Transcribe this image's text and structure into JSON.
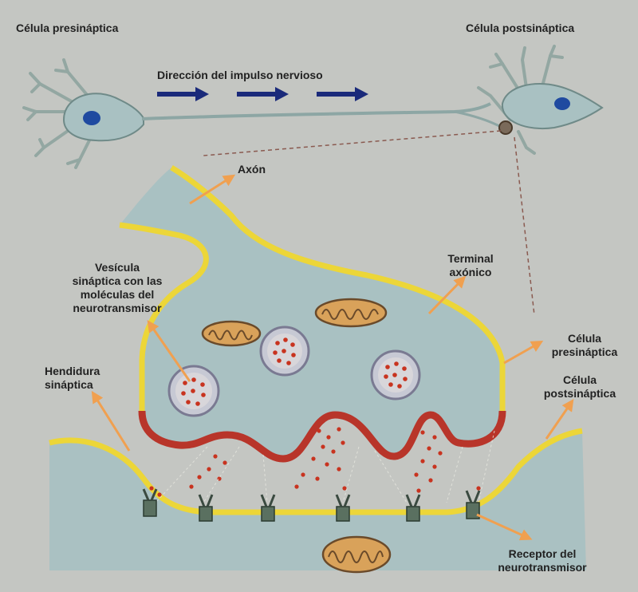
{
  "labels": {
    "presynaptic_cell_top": "Célula presináptica",
    "postsynaptic_cell_top": "Célula postsináptica",
    "impulse_direction": "Dirección del impulso nervioso",
    "axon": "Axón",
    "vesicle": [
      "Vesícula",
      "sináptica con las",
      "moléculas del",
      "neurotransmisor"
    ],
    "axon_terminal": [
      "Terminal",
      "axónico"
    ],
    "presynaptic_cell": [
      "Célula",
      "presináptica"
    ],
    "postsynaptic_cell": [
      "Célula",
      "postsináptica"
    ],
    "synaptic_cleft": [
      "Hendidura",
      "sináptica"
    ],
    "receptor": [
      "Receptor del",
      "neurotransmisor"
    ]
  },
  "colors": {
    "background": "#c4c6c2",
    "cytoplasm": "#a9c1c2",
    "membrane": "#ecd638",
    "active_zone": "#b8352a",
    "neurotransmitter": "#c8331f",
    "label_arrow": "#f0a050",
    "direction_arrow": "#1a2a7a",
    "nucleus": "#1f4aa0"
  }
}
